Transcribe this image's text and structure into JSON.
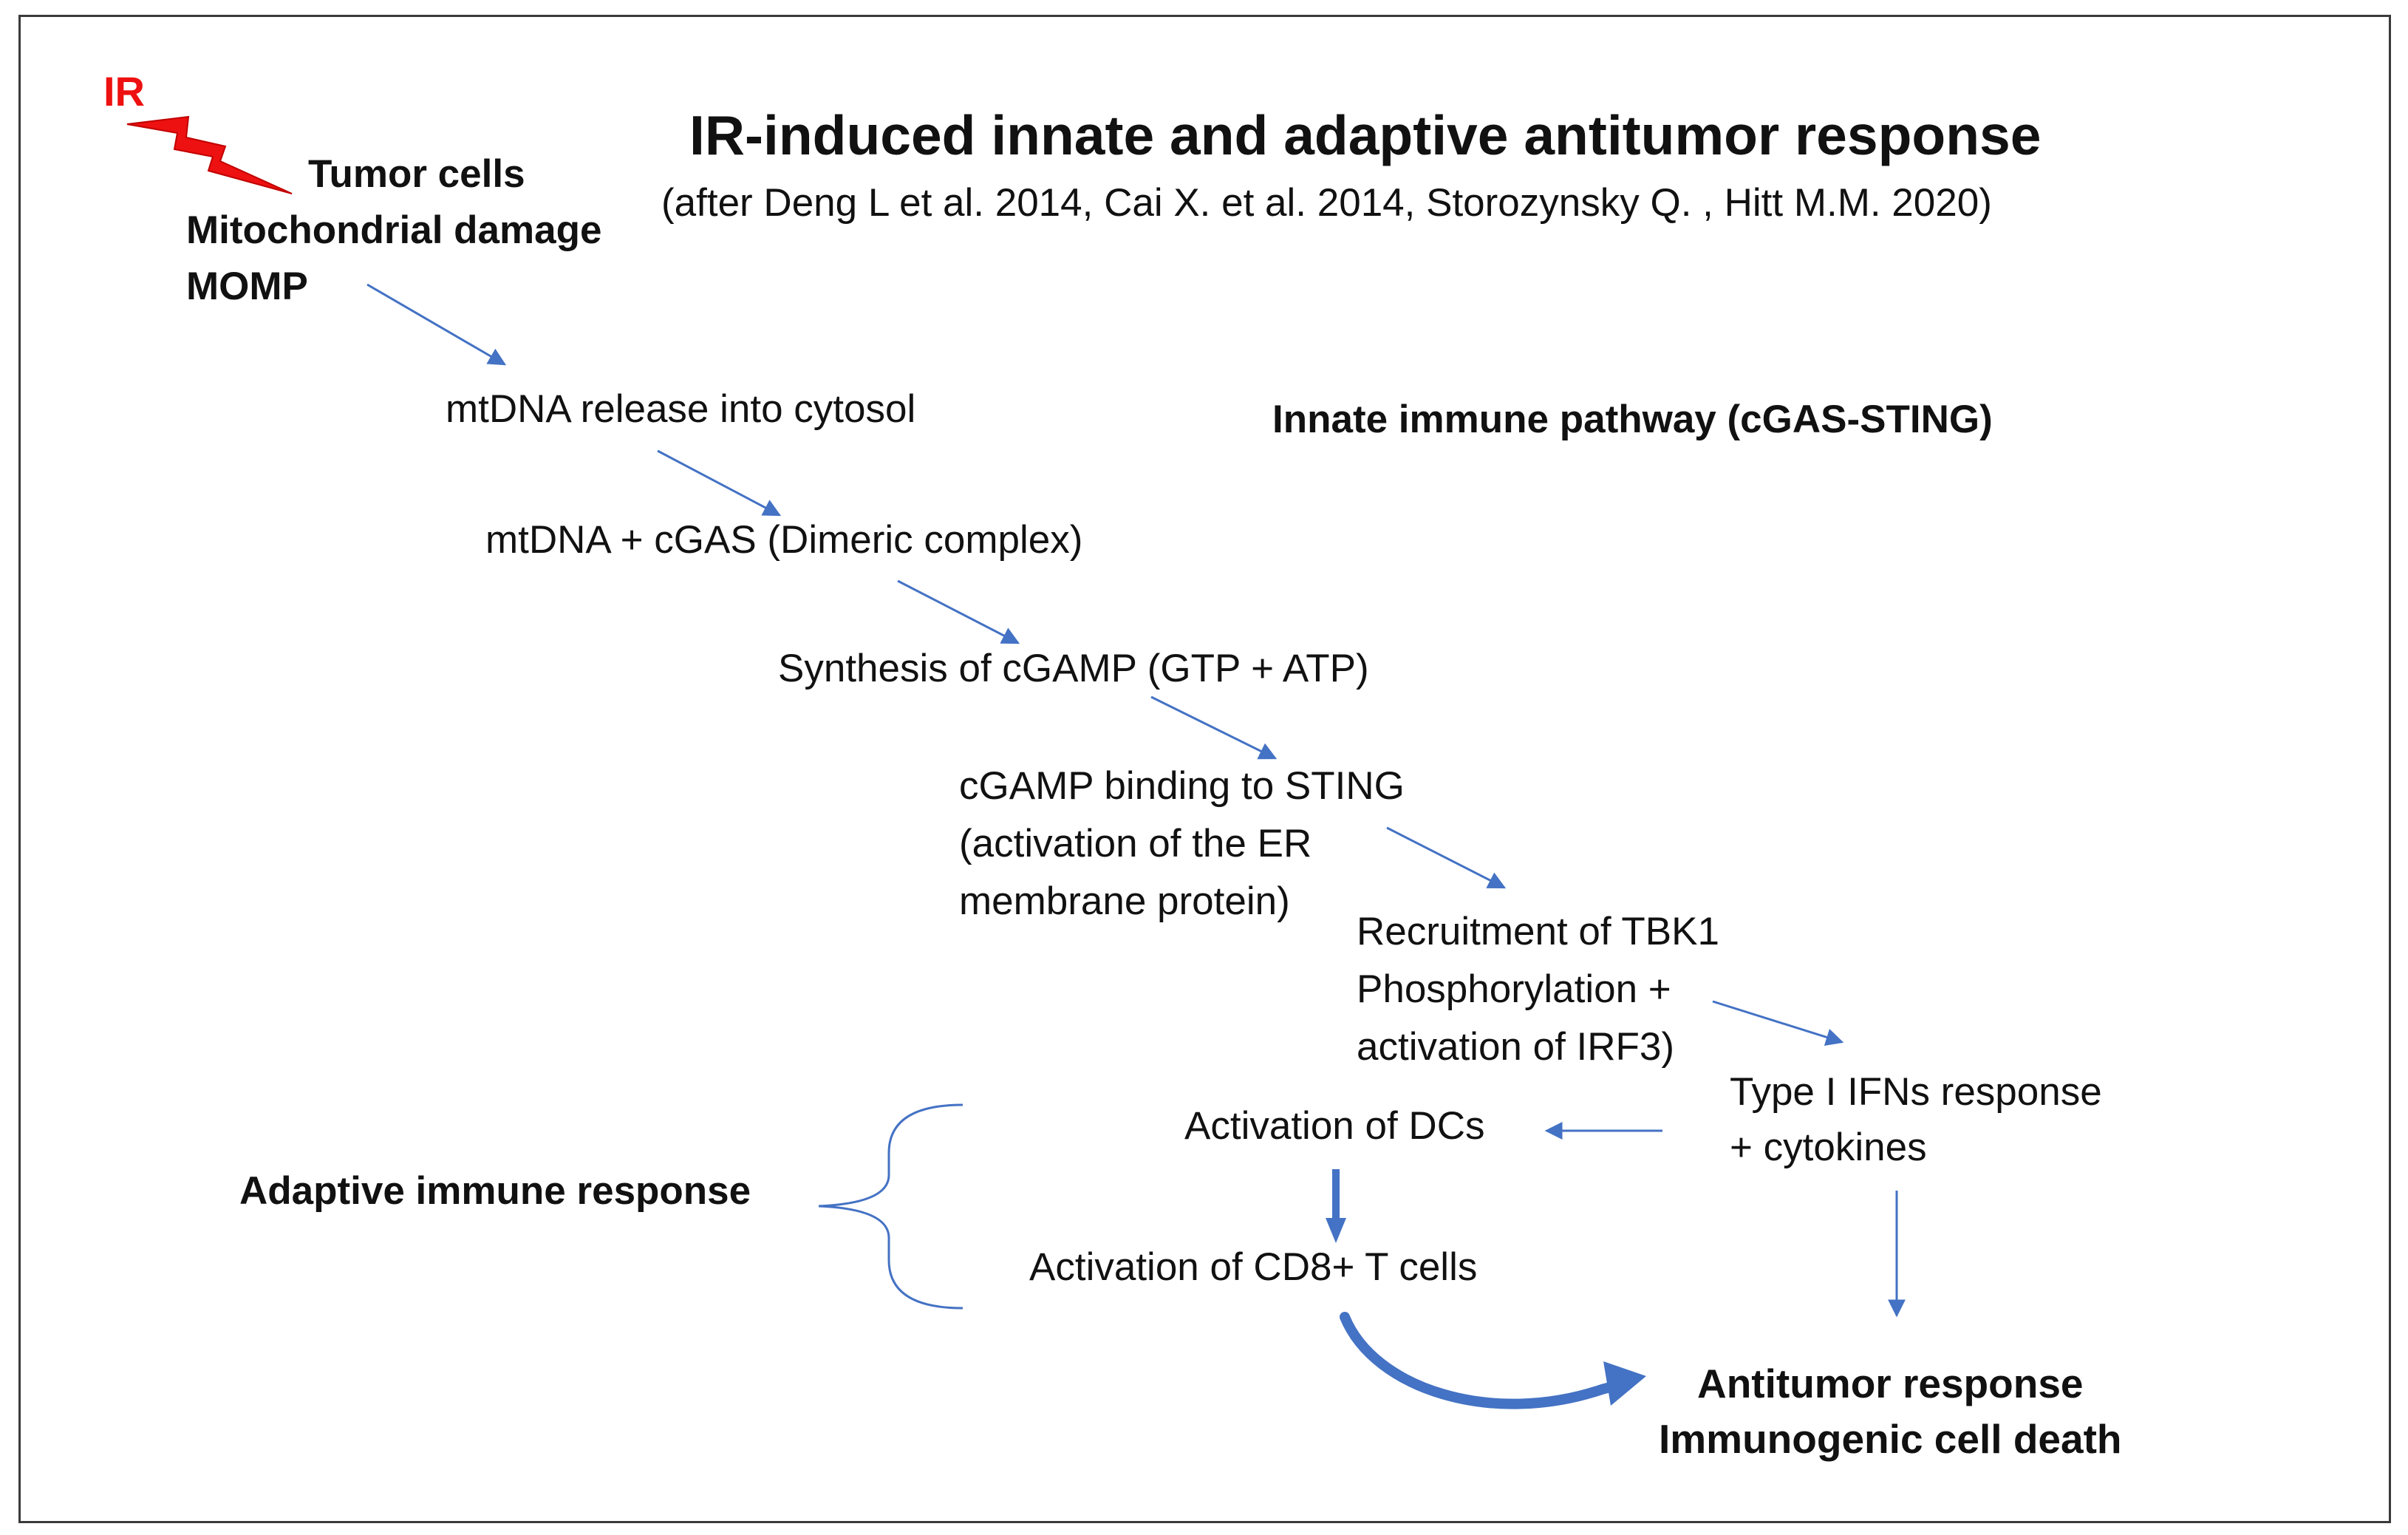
{
  "title": "IR-induced innate and adaptive antitumor response",
  "subtitle": "(after Deng L et al. 2014, Cai X. et al. 2014, Storozynsky Q. , Hitt M.M. 2020)",
  "ir_label": "IR",
  "colors": {
    "ir": "#ee1111",
    "arrow": "#4472c4",
    "text": "#111111"
  },
  "start": {
    "line1": "Tumor cells",
    "line2": "Mitochondrial damage",
    "line3": "MOMP"
  },
  "pathway_label": "Innate immune pathway (cGAS-STING)",
  "steps": {
    "mtdna_release": "mtDNA release into cytosol",
    "mtdna_cgas": "mtDNA + cGAS (Dimeric complex)",
    "cgamp_synthesis": "Synthesis of cGAMP (GTP + ATP)",
    "sting": {
      "line1": "cGAMP binding to STING",
      "line2": "(activation of the ER",
      "line3": "membrane protein)"
    },
    "tbk1": {
      "line1": "Recruitment of TBK1",
      "line2": "Phosphorylation +",
      "line3": "activation of IRF3)"
    },
    "ifn": {
      "line1": "Type I IFNs  response",
      "line2": "+ cytokines"
    },
    "dc": "Activation of DCs",
    "cd8": "Activation of CD8+ T cells"
  },
  "adaptive_label": "Adaptive immune response",
  "outcome": {
    "line1": "Antitumor response",
    "line2": "Immunogenic cell death"
  }
}
